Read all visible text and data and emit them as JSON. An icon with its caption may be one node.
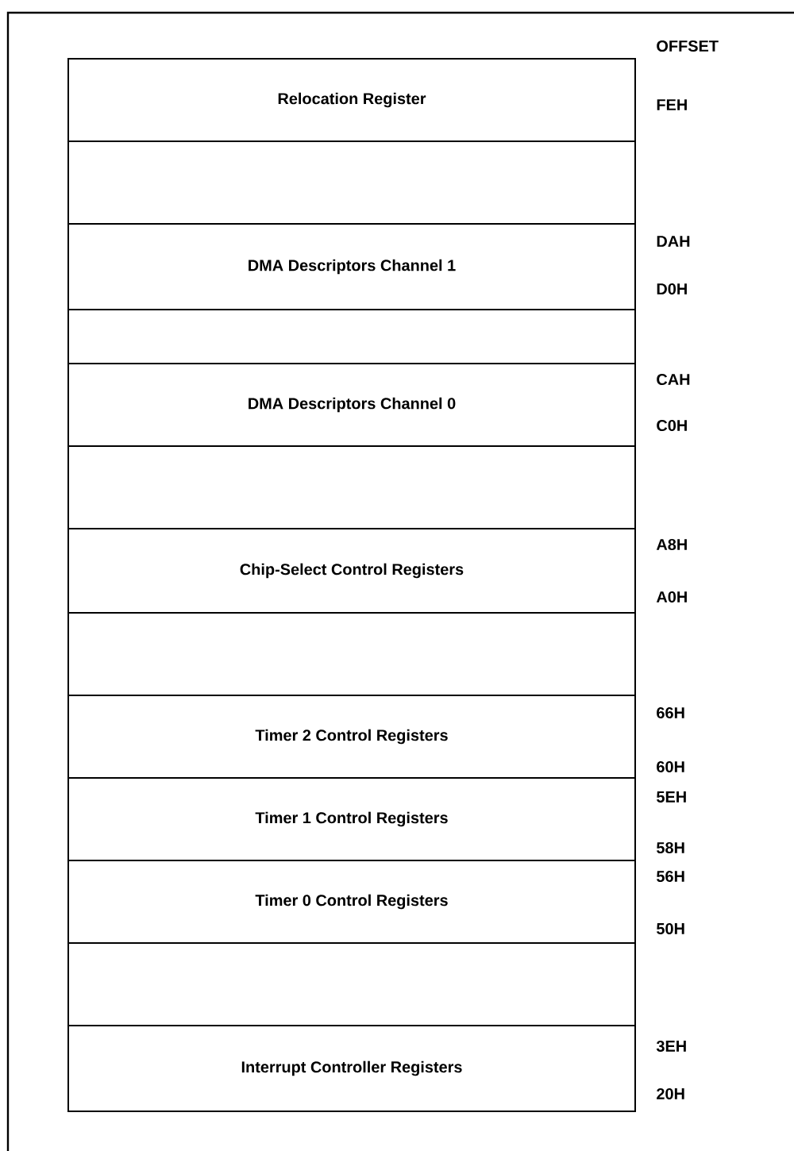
{
  "diagram": {
    "nodes": [
      {
        "text": [
          "Relocation Register"
        ]
      },
      {
        "text": [],
        "shape": "box"
      },
      {
        "text": [
          "DMA Descriptors Channel 1"
        ]
      },
      {
        "text": [],
        "shape": "box"
      },
      {
        "text": [
          "DMA Descriptors Channel 0"
        ]
      },
      {
        "text": [],
        "shape": "box"
      },
      {
        "text": [
          "Chip-Select Control Registers"
        ]
      },
      {
        "text": [],
        "shape": "box"
      },
      {
        "text": [
          "Timer 2 Control Registers"
        ]
      },
      {
        "text": [
          "Timer 1 Control Registers"
        ]
      },
      {
        "text": [
          "Timer 0 Control Registers"
        ]
      },
      {
        "text": [],
        "shape": "box"
      },
      {
        "text": [
          "Interrupt Controller Registers"
        ]
      }
    ],
    "labels": [
      "OFFSET",
      "FEH",
      "DAH",
      "D0H",
      "CAH",
      "C0H",
      "A8H",
      "A0H",
      "66H",
      "60H",
      "5EH",
      "58H",
      "56H",
      "50H",
      "3EH",
      "20H"
    ]
  }
}
